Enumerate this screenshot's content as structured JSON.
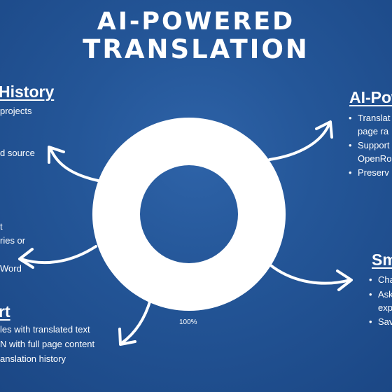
{
  "title": {
    "line1": "AI-POWERED",
    "line2": "TRANSLATION"
  },
  "ring": {
    "value_label": "100%"
  },
  "sections": {
    "history": {
      "title": "History",
      "lines": [
        "projects",
        "d source",
        "t",
        "ries or",
        "Word"
      ]
    },
    "ai_powered": {
      "title": "AI-Pow",
      "bullets": [
        "Translat",
        "page ra",
        "Support",
        "OpenRo",
        "Preserv"
      ]
    },
    "smart": {
      "title": "Sm",
      "bullets": [
        "Cha",
        "Ask",
        "exp",
        "Sav"
      ]
    },
    "export": {
      "title": "rt",
      "lines": [
        "les with translated text",
        "N with full page content",
        "anslation history"
      ]
    }
  },
  "colors": {
    "background": "#245698",
    "foreground": "#ffffff"
  }
}
